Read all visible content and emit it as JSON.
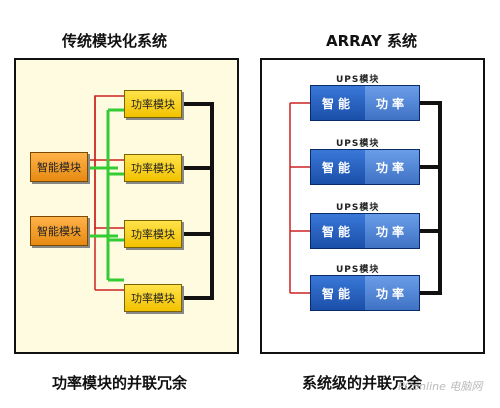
{
  "left": {
    "title": "传统模块化系统",
    "power_module_label": "功率模块",
    "smart_module_label": "智能模块",
    "caption": "功率模块的并联冗余"
  },
  "right": {
    "title": "ARRAY 系统",
    "ups_label": "UPS模块",
    "smart_label": "智能",
    "power_label": "功率",
    "caption": "系统级的并联冗余"
  },
  "watermark": {
    "text": "PConline 电脑网"
  },
  "colors": {
    "yellow": "#f2c200",
    "orange": "#e68a12",
    "blue": "#1a4fa8",
    "red_line": "#cc2222",
    "green_line": "#33cc33"
  }
}
